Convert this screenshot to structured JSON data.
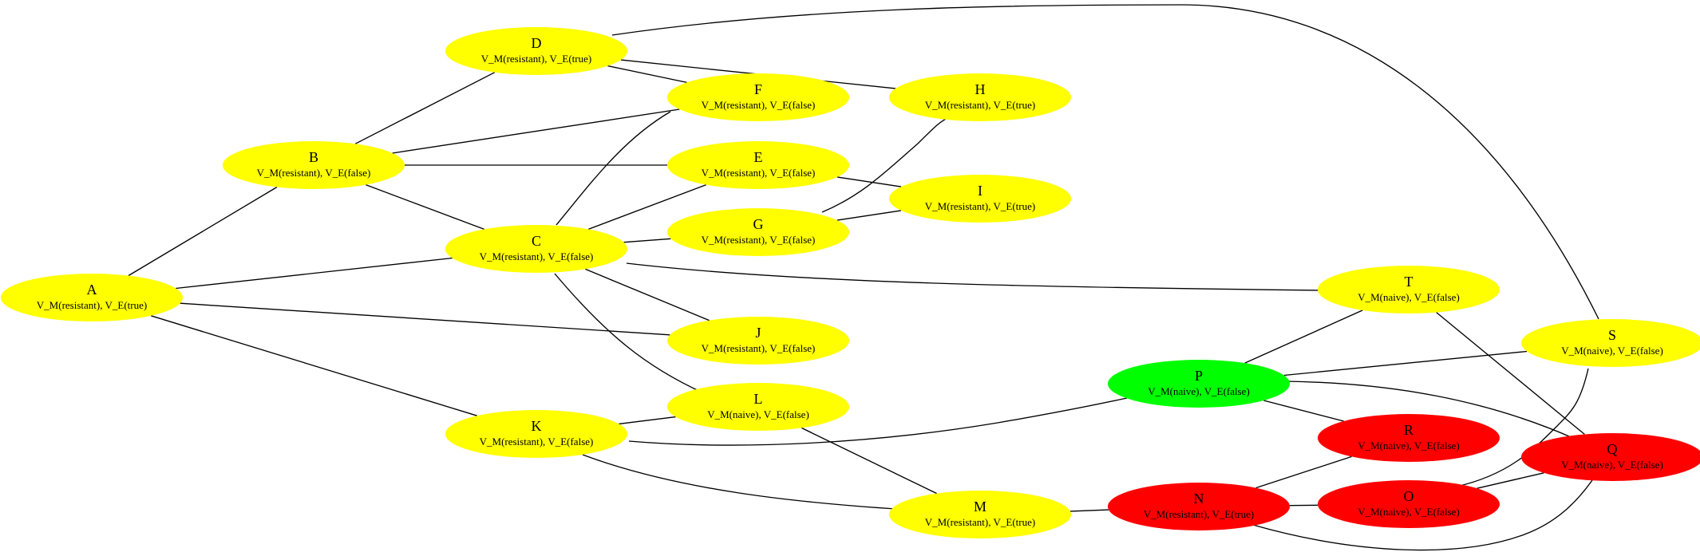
{
  "colors": {
    "yellow": "#ffff00",
    "green": "#00ff00",
    "red": "#ff0000",
    "edge": "#000000",
    "background": "#ffffff"
  },
  "nodes": [
    {
      "id": "A",
      "name": "A",
      "label": "V_M(resistant), V_E(true)",
      "color": "yellow"
    },
    {
      "id": "B",
      "name": "B",
      "label": "V_M(resistant), V_E(false)",
      "color": "yellow"
    },
    {
      "id": "C",
      "name": "C",
      "label": "V_M(resistant), V_E(false)",
      "color": "yellow"
    },
    {
      "id": "D",
      "name": "D",
      "label": "V_M(resistant), V_E(true)",
      "color": "yellow"
    },
    {
      "id": "E",
      "name": "E",
      "label": "V_M(resistant), V_E(false)",
      "color": "yellow"
    },
    {
      "id": "F",
      "name": "F",
      "label": "V_M(resistant), V_E(false)",
      "color": "yellow"
    },
    {
      "id": "G",
      "name": "G",
      "label": "V_M(resistant), V_E(false)",
      "color": "yellow"
    },
    {
      "id": "H",
      "name": "H",
      "label": "V_M(resistant), V_E(true)",
      "color": "yellow"
    },
    {
      "id": "I",
      "name": "I",
      "label": "V_M(resistant), V_E(true)",
      "color": "yellow"
    },
    {
      "id": "J",
      "name": "J",
      "label": "V_M(resistant), V_E(false)",
      "color": "yellow"
    },
    {
      "id": "K",
      "name": "K",
      "label": "V_M(resistant), V_E(false)",
      "color": "yellow"
    },
    {
      "id": "L",
      "name": "L",
      "label": "V_M(naive), V_E(false)",
      "color": "yellow"
    },
    {
      "id": "M",
      "name": "M",
      "label": "V_M(resistant), V_E(true)",
      "color": "yellow"
    },
    {
      "id": "N",
      "name": "N",
      "label": "V_M(resistant), V_E(true)",
      "color": "red"
    },
    {
      "id": "O",
      "name": "O",
      "label": "V_M(naive), V_E(false)",
      "color": "red"
    },
    {
      "id": "P",
      "name": "P",
      "label": "V_M(naive), V_E(false)",
      "color": "green"
    },
    {
      "id": "Q",
      "name": "Q",
      "label": "V_M(naive), V_E(false)",
      "color": "red"
    },
    {
      "id": "R",
      "name": "R",
      "label": "V_M(naive), V_E(false)",
      "color": "red"
    },
    {
      "id": "S",
      "name": "S",
      "label": "V_M(naive), V_E(false)",
      "color": "yellow"
    },
    {
      "id": "T",
      "name": "T",
      "label": "V_M(naive), V_E(false)",
      "color": "yellow"
    }
  ],
  "edges": [
    [
      "A",
      "B"
    ],
    [
      "A",
      "C"
    ],
    [
      "A",
      "J"
    ],
    [
      "A",
      "K"
    ],
    [
      "B",
      "D"
    ],
    [
      "B",
      "F"
    ],
    [
      "B",
      "E"
    ],
    [
      "B",
      "C"
    ],
    [
      "D",
      "F"
    ],
    [
      "D",
      "H"
    ],
    [
      "D",
      "S"
    ],
    [
      "C",
      "F"
    ],
    [
      "C",
      "E"
    ],
    [
      "C",
      "G"
    ],
    [
      "C",
      "J"
    ],
    [
      "C",
      "L"
    ],
    [
      "C",
      "T"
    ],
    [
      "E",
      "I"
    ],
    [
      "G",
      "I"
    ],
    [
      "G",
      "H"
    ],
    [
      "K",
      "L"
    ],
    [
      "K",
      "M"
    ],
    [
      "K",
      "P"
    ],
    [
      "L",
      "M"
    ],
    [
      "M",
      "N"
    ],
    [
      "N",
      "R"
    ],
    [
      "N",
      "O"
    ],
    [
      "N",
      "Q"
    ],
    [
      "P",
      "T"
    ],
    [
      "P",
      "S"
    ],
    [
      "P",
      "R"
    ],
    [
      "P",
      "Q"
    ],
    [
      "T",
      "Q"
    ],
    [
      "O",
      "Q"
    ],
    [
      "O",
      "S"
    ]
  ]
}
